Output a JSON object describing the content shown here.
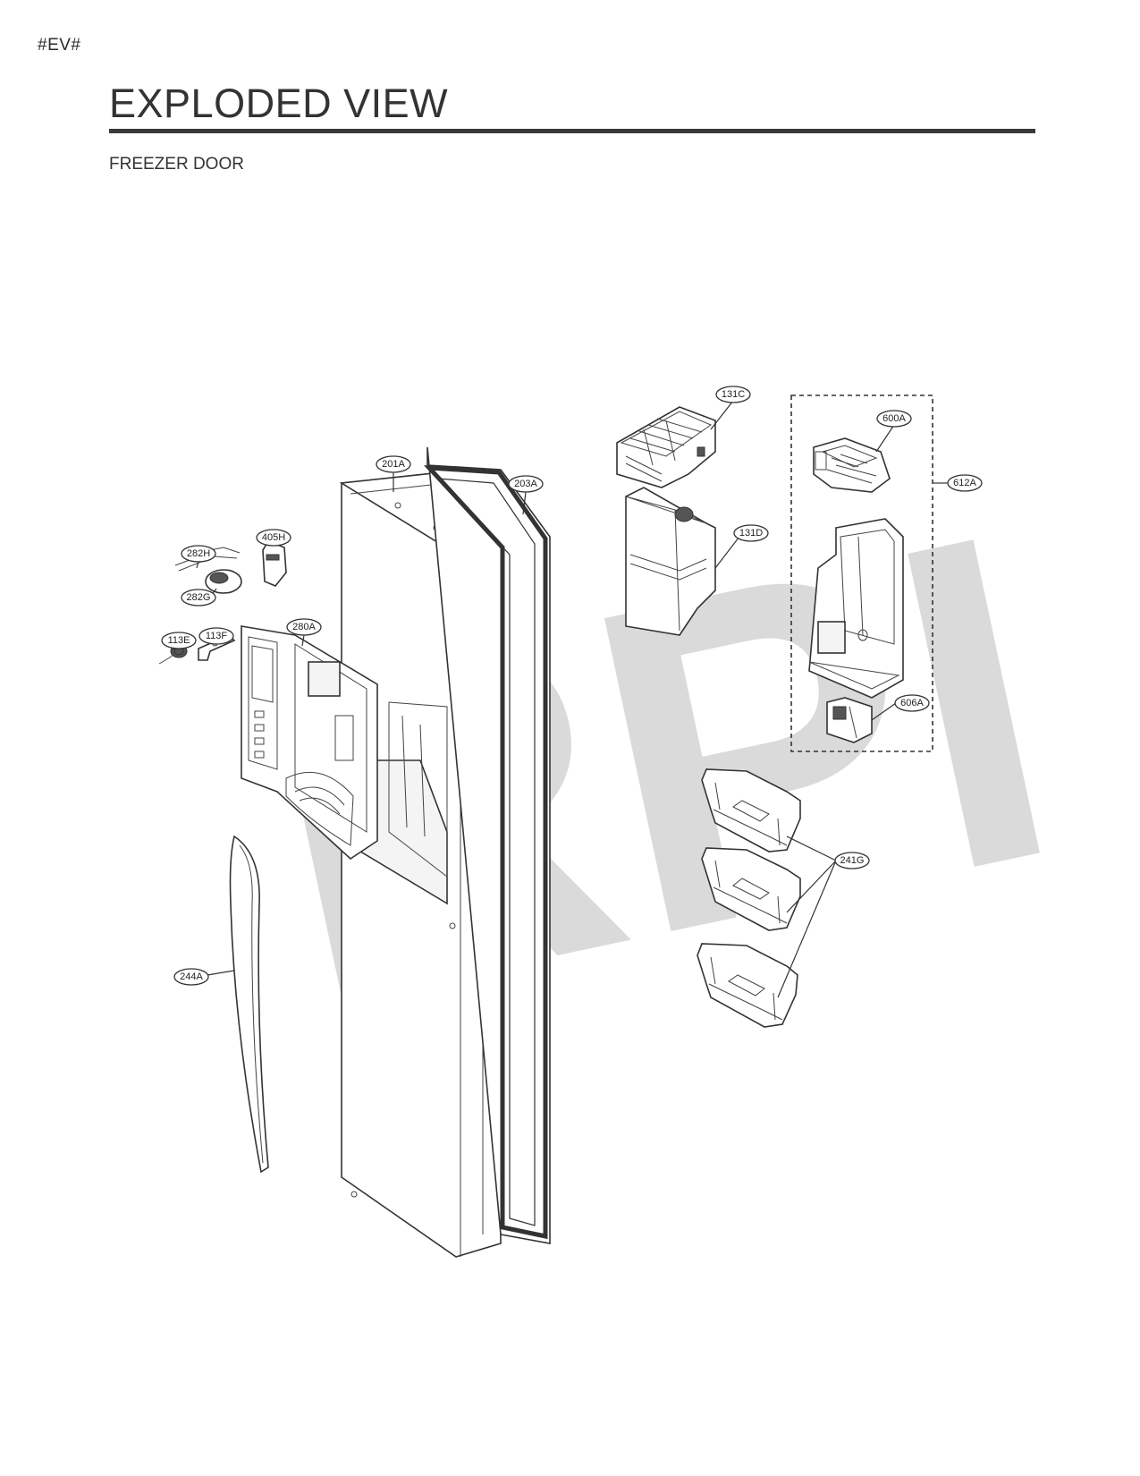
{
  "header": {
    "code": "#EV#",
    "title": "EXPLODED VIEW",
    "subtitle": "FREEZER DOOR"
  },
  "watermark": "RPI",
  "callouts": [
    "131C",
    "600A",
    "612A",
    "201A",
    "203A",
    "131D",
    "405H",
    "282H",
    "282G",
    "280A",
    "113E",
    "113F",
    "606A",
    "241G",
    "244A"
  ],
  "colors": {
    "line": "#333333",
    "watermark": "#d4d4d4"
  }
}
